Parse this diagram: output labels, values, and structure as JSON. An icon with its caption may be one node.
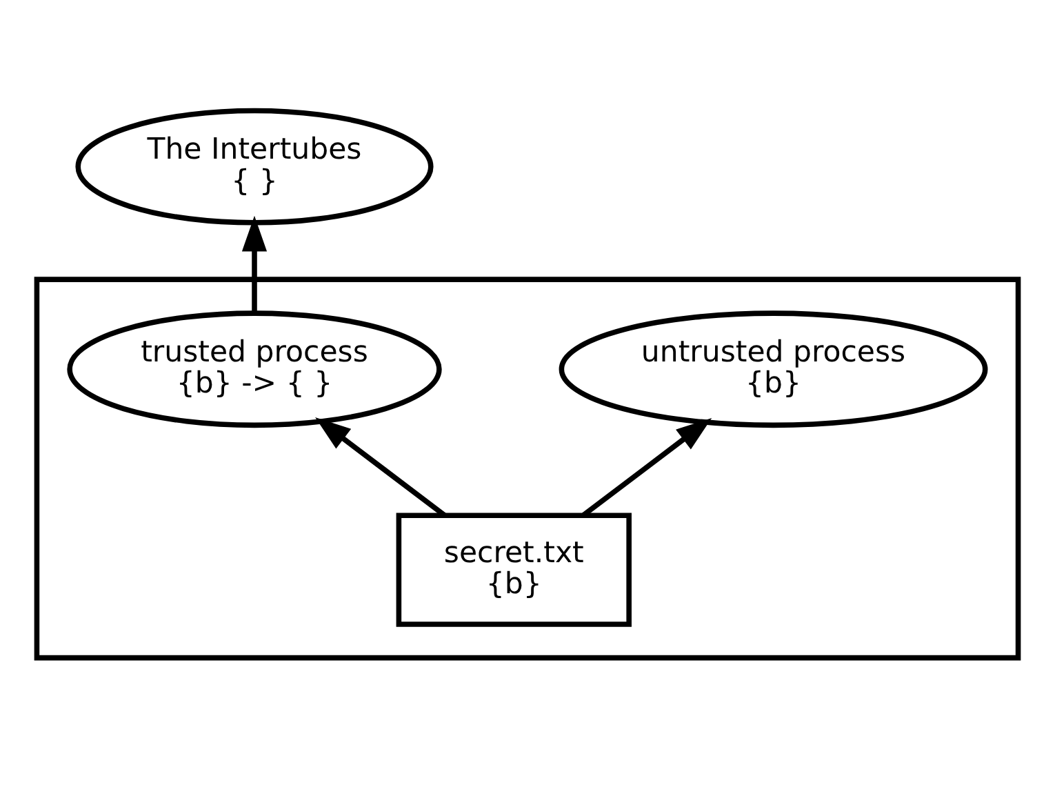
{
  "diagram": {
    "nodes": [
      {
        "text": [
          "The Intertubes",
          "{ }"
        ]
      },
      {
        "text": [],
        "shape": "box"
      },
      {
        "text": [
          "trusted process",
          "{b} -> { }"
        ],
        "in": 1
      },
      {
        "text": [
          "untrusted process",
          "{b}"
        ],
        "in": 1
      },
      {
        "text": [
          "secret.txt",
          "{b}"
        ],
        "in": 1
      }
    ],
    "edges": [
      {
        "from": 2,
        "to": 0,
        "arrow": "to"
      },
      {
        "from": 4,
        "to": 2,
        "arrow": "to"
      },
      {
        "from": 4,
        "to": 3,
        "arrow": "to"
      }
    ]
  }
}
